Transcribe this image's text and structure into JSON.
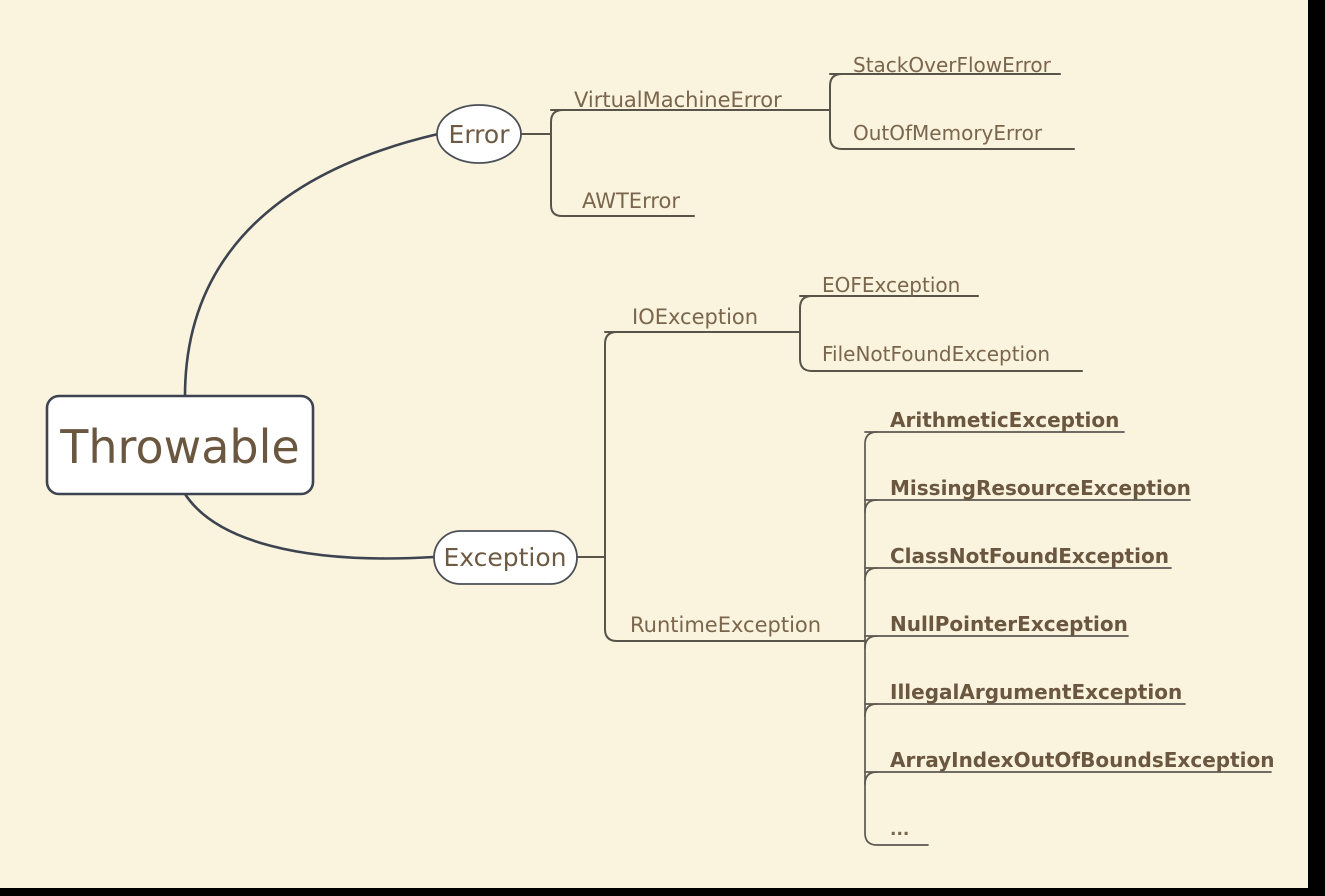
{
  "diagram": {
    "type": "mindmap",
    "title": "Throwable",
    "background_color": "#faf3dd",
    "node_fill": "#ffffff",
    "node_stroke": "#3d4450",
    "text_color": "#6e5a42",
    "bold_text_color": "#6b5740",
    "frame_color": "#000000"
  },
  "root": {
    "label": "Throwable"
  },
  "branches": [
    {
      "label": "Error",
      "children": [
        {
          "label": "VirtualMachineError",
          "children": [
            {
              "label": "StackOverFlowError"
            },
            {
              "label": "OutOfMemoryError"
            }
          ]
        },
        {
          "label": "AWTError",
          "children": []
        }
      ]
    },
    {
      "label": "Exception",
      "children": [
        {
          "label": "IOException",
          "children": [
            {
              "label": "EOFException"
            },
            {
              "label": "FileNotFoundException"
            }
          ]
        },
        {
          "label": "RuntimeException",
          "children": [
            {
              "label": "ArithmeticException"
            },
            {
              "label": "MissingResourceException"
            },
            {
              "label": "ClassNotFoundException"
            },
            {
              "label": "NullPointerException"
            },
            {
              "label": "IllegalArgumentException"
            },
            {
              "label": "ArrayIndexOutOfBoundsException"
            },
            {
              "label": "..."
            }
          ]
        }
      ]
    }
  ]
}
